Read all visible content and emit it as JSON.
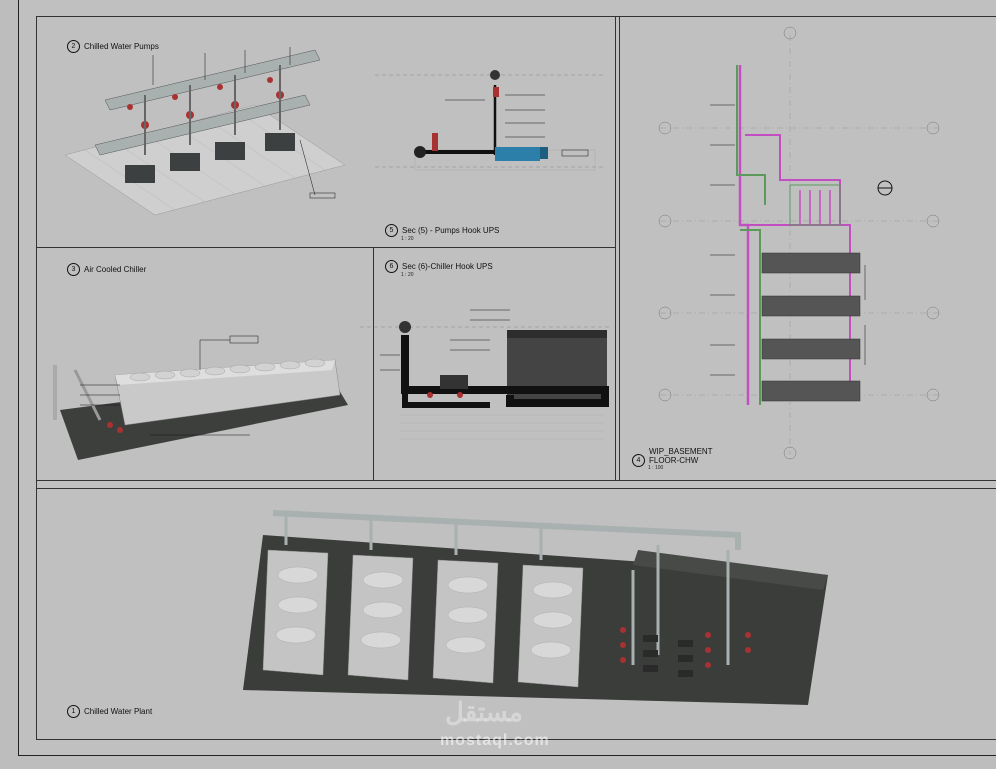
{
  "views": {
    "chilled_water_pumps": {
      "num": "2",
      "title": "Chilled Water Pumps"
    },
    "air_cooled_chiller": {
      "num": "3",
      "title": "Air Cooled Chiller"
    },
    "sec5": {
      "num": "5",
      "title": "Sec (5) - Pumps Hook UPS",
      "scale": "1 : 20"
    },
    "sec6": {
      "num": "6",
      "title": "Sec (6)-Chiller Hook UPS",
      "scale": "1 : 20"
    },
    "basement": {
      "num": "4",
      "title_line1": "WIP_BASEMENT",
      "title_line2": "FLOOR-CHW",
      "scale": "1 : 100"
    },
    "plant": {
      "num": "1",
      "title": "Chilled Water Plant"
    }
  },
  "watermark": {
    "arabic": "مستقل",
    "latin": "mostaql.com"
  },
  "colors": {
    "pipe_magenta": "#c24fc0",
    "pipe_green": "#5c9a5c",
    "valve_red": "#a83232",
    "pump_blue": "#2b7fa8"
  }
}
